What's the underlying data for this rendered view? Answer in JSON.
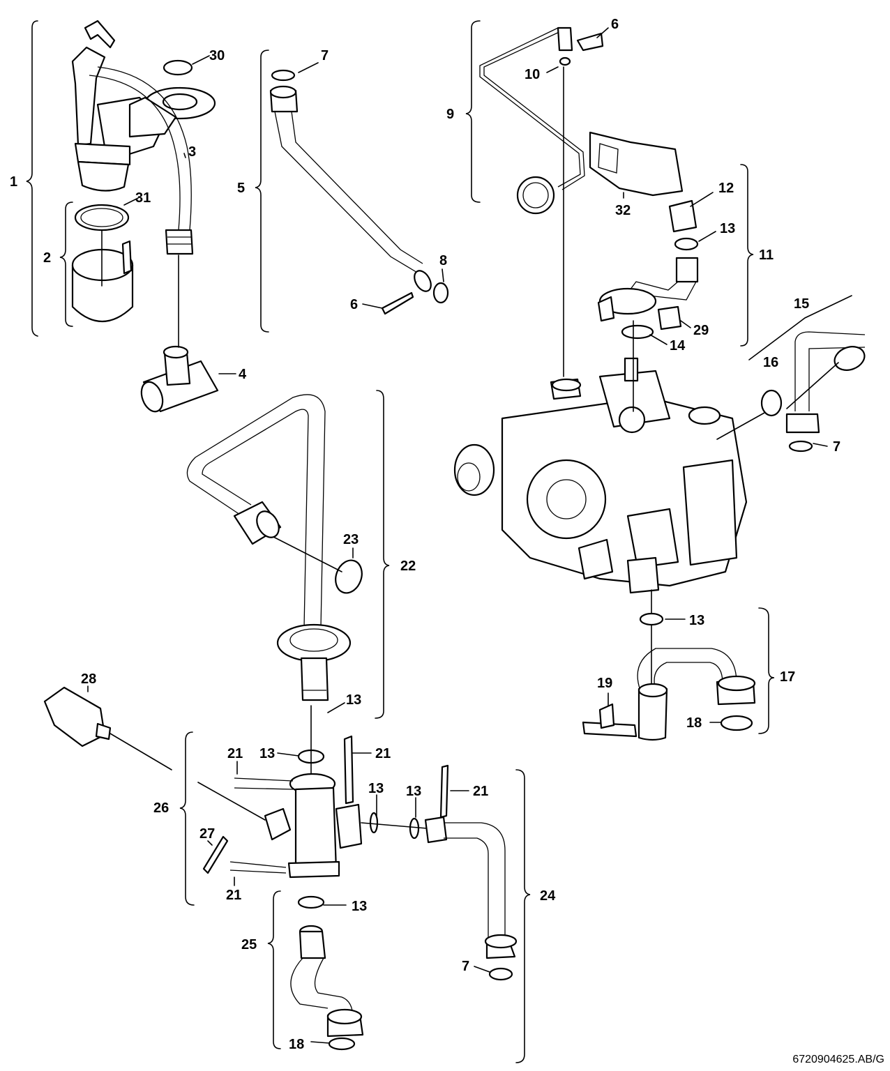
{
  "drawing_code": "6720904625.AB/G",
  "labels": {
    "l1": "1",
    "l2": "2",
    "l3": "3",
    "l4": "4",
    "l5": "5",
    "l6a": "6",
    "l6b": "6",
    "l7a": "7",
    "l7b": "7",
    "l7c": "7",
    "l8": "8",
    "l9": "9",
    "l10": "10",
    "l11": "11",
    "l12": "12",
    "l13a": "13",
    "l13b": "13",
    "l13c": "13",
    "l13d": "13",
    "l13e": "13",
    "l13f": "13",
    "l13g": "13",
    "l14": "14",
    "l15": "15",
    "l16": "16",
    "l17": "17",
    "l18a": "18",
    "l18b": "18",
    "l19": "19",
    "l21a": "21",
    "l21b": "21",
    "l21c": "21",
    "l21d": "21",
    "l22": "22",
    "l23": "23",
    "l24": "24",
    "l25": "25",
    "l26": "26",
    "l27": "27",
    "l28": "28",
    "l29": "29",
    "l30": "30",
    "l31": "31",
    "l32": "32"
  }
}
